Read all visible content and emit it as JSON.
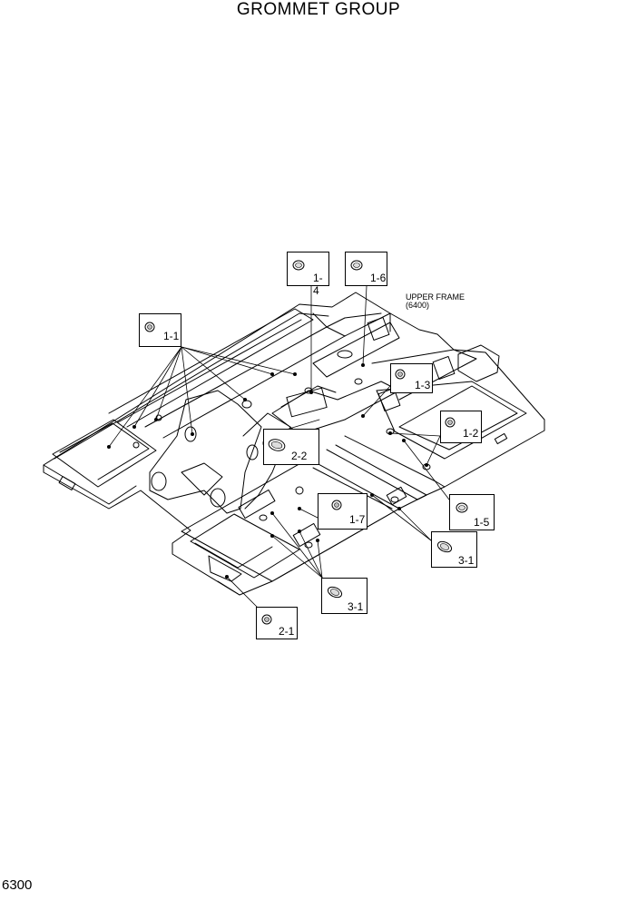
{
  "title": "GROMMET GROUP",
  "page_number": "6300",
  "frame_label": {
    "line1": "UPPER FRAME",
    "line2": "(6400)"
  },
  "callouts": [
    {
      "id": "1-1",
      "label": "1-1",
      "icon": "grommet-solid-icon"
    },
    {
      "id": "1-2",
      "label": "1-2",
      "icon": "grommet-solid-icon"
    },
    {
      "id": "1-3",
      "label": "1-3",
      "icon": "grommet-solid-icon"
    },
    {
      "id": "1-4",
      "label": "1-4",
      "icon": "grommet-ring-icon"
    },
    {
      "id": "1-5",
      "label": "1-5",
      "icon": "grommet-ring-icon"
    },
    {
      "id": "1-6",
      "label": "1-6",
      "icon": "grommet-ring-icon"
    },
    {
      "id": "1-7",
      "label": "1-7",
      "icon": "grommet-solid-icon"
    },
    {
      "id": "2-1",
      "label": "2-1",
      "icon": "grommet-solid-icon"
    },
    {
      "id": "2-2",
      "label": "2-2",
      "icon": "grommet-oval-icon"
    },
    {
      "id": "3-1a",
      "label": "3-1",
      "icon": "grommet-oval-icon"
    },
    {
      "id": "3-1b",
      "label": "3-1",
      "icon": "grommet-oval-icon"
    }
  ]
}
